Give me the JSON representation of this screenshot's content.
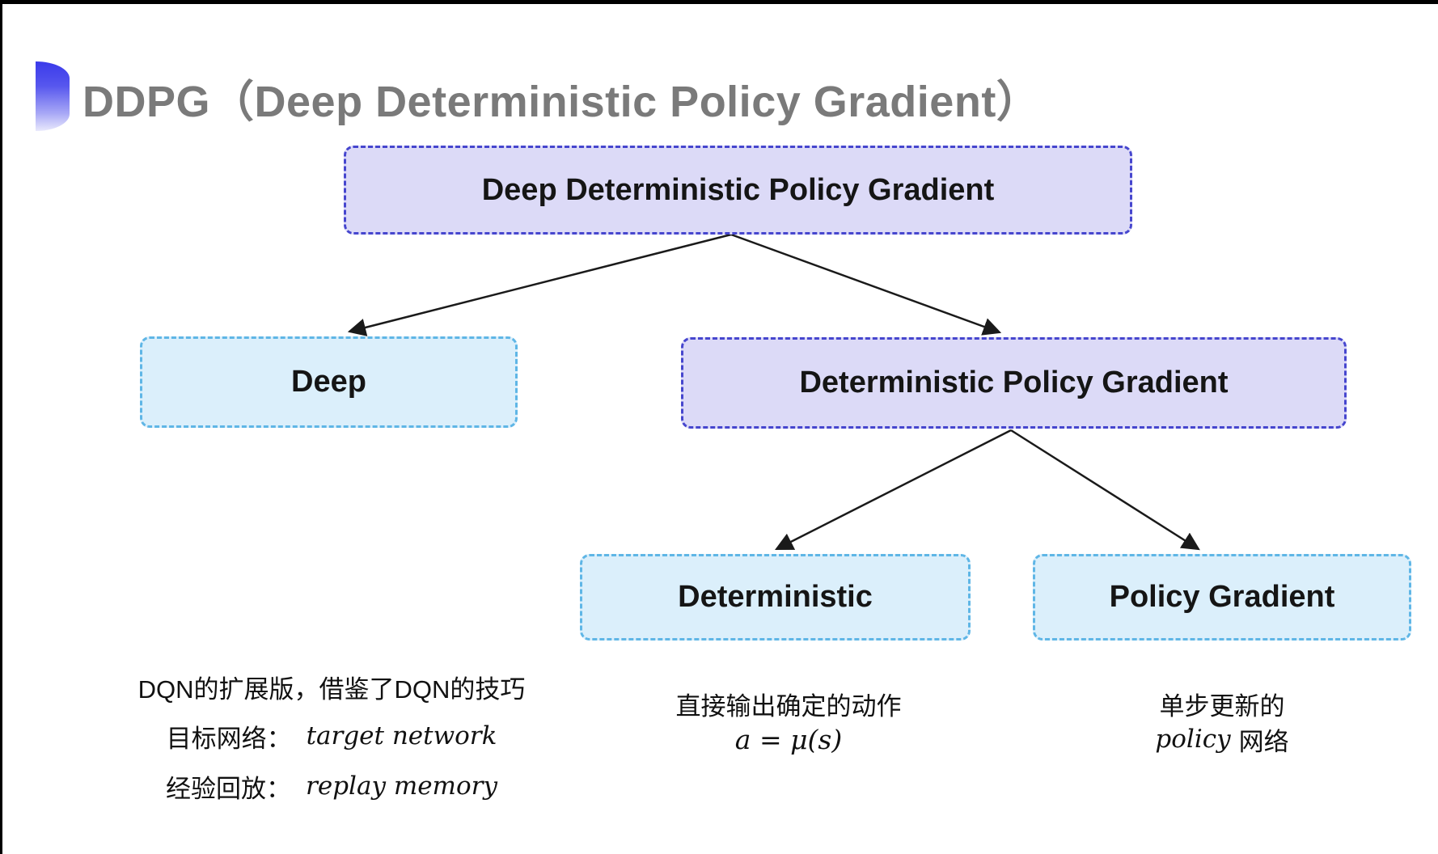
{
  "title": {
    "text": "DDPG（Deep Deterministic Policy Gradient）",
    "color": "#7a7a7a",
    "bullet_color_top": "#3a3aea",
    "bullet_color_bottom": "#e9e9fc"
  },
  "diagram": {
    "nodes": {
      "ddpg": {
        "label": "Deep Deterministic Policy Gradient",
        "style": "purple"
      },
      "deep": {
        "label": "Deep",
        "style": "cyan"
      },
      "dpg": {
        "label": "Deterministic Policy Gradient",
        "style": "purple"
      },
      "deterministic": {
        "label": "Deterministic",
        "style": "cyan"
      },
      "policy_gradient": {
        "label": "Policy Gradient",
        "style": "cyan"
      }
    },
    "colors": {
      "purple_fill": "#dcdaf7",
      "purple_border": "#4646ce",
      "cyan_fill": "#dbeffb",
      "cyan_border": "#5fb6e6",
      "arrow": "#1a1a1a",
      "node_text": "#151515"
    },
    "edges": [
      {
        "from": "ddpg",
        "to": "deep"
      },
      {
        "from": "ddpg",
        "to": "dpg"
      },
      {
        "from": "dpg",
        "to": "deterministic"
      },
      {
        "from": "dpg",
        "to": "policy_gradient"
      }
    ]
  },
  "notes": {
    "dqn": {
      "line1": "DQN的扩展版，借鉴了DQN的技巧",
      "target_label": "目标网络：",
      "target_term": "target network",
      "replay_label": "经验回放：",
      "replay_term": "replay memory"
    },
    "deterministic": {
      "line1": "直接输出确定的动作",
      "formula": "a = μ(s)"
    },
    "policy": {
      "line1": "单步更新的",
      "term": "policy",
      "suffix": "网络"
    }
  }
}
